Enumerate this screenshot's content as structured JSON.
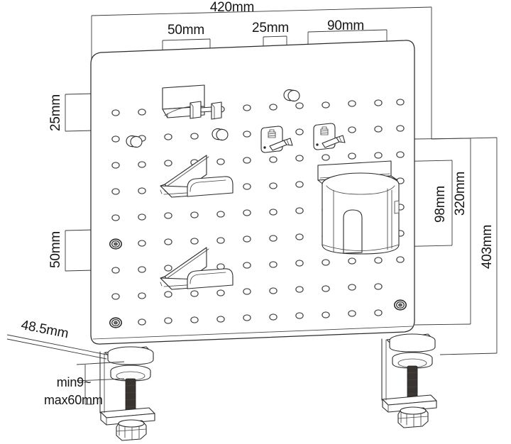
{
  "drawing": {
    "title": "Desk-clamp pegboard organizer — dimensioned assembly drawing",
    "type": "technical-line-drawing",
    "units": "mm",
    "background_color": "#ffffff",
    "line_color": "#2b2b2b"
  },
  "dimensions": {
    "overall_width": "420mm",
    "hook_spacing_50": "50mm",
    "hook_spacing_25": "25mm",
    "holder_width_90": "90mm",
    "top_offset_25": "25mm",
    "lower_offset_50": "50mm",
    "cup_holder_height_98": "98mm",
    "board_height_320": "320mm",
    "total_height_403": "403mm",
    "clamp_depth_48_5": "48.5mm",
    "clamp_range": "min9~",
    "clamp_range_2": "max60mm"
  },
  "labels": [
    {
      "id": "w-420",
      "text": "420mm",
      "orientation": "horizontal",
      "measures": "overall board width"
    },
    {
      "id": "w-50",
      "text": "50mm",
      "orientation": "horizontal",
      "measures": "bracket width"
    },
    {
      "id": "w-25",
      "text": "25mm",
      "orientation": "horizontal",
      "measures": "hook width"
    },
    {
      "id": "w-90",
      "text": "90mm",
      "orientation": "horizontal",
      "measures": "cup holder width"
    },
    {
      "id": "h-25",
      "text": "25mm",
      "orientation": "vertical",
      "measures": "top row offset"
    },
    {
      "id": "h-50",
      "text": "50mm",
      "orientation": "vertical",
      "measures": "lower stand offset"
    },
    {
      "id": "h-98",
      "text": "98mm",
      "orientation": "vertical",
      "measures": "cup holder height"
    },
    {
      "id": "h-320",
      "text": "320mm",
      "orientation": "vertical",
      "measures": "pegboard panel height"
    },
    {
      "id": "h-403",
      "text": "403mm",
      "orientation": "vertical",
      "measures": "total assembly height"
    },
    {
      "id": "d-48",
      "text": "48.5mm",
      "orientation": "angled",
      "measures": "clamp arm depth"
    },
    {
      "id": "c-min",
      "text": "min9~",
      "orientation": "horizontal",
      "measures": "clamp opening minimum"
    },
    {
      "id": "c-max",
      "text": "max60mm",
      "orientation": "horizontal",
      "measures": "clamp opening maximum"
    }
  ],
  "components": {
    "pegboard": {
      "name": "Perforated pegboard panel",
      "hole_columns": 12,
      "hole_rows": 9
    },
    "accessories": [
      {
        "name": "cable-bracket",
        "label": "Top cable / headphone bracket"
      },
      {
        "name": "phone-stand-top",
        "label": "Upper phone stand"
      },
      {
        "name": "phone-stand-low",
        "label": "Lower phone stand"
      },
      {
        "name": "hook-left",
        "label": "Small utility hook (left)"
      },
      {
        "name": "hook-right",
        "label": "Small utility hook (right)"
      },
      {
        "name": "cup-holder",
        "label": "Cup / cylinder holder"
      },
      {
        "name": "peg-studs",
        "label": "Loose peg studs"
      }
    ],
    "clamps": [
      {
        "name": "clamp-left",
        "label": "Left desk clamp"
      },
      {
        "name": "clamp-right",
        "label": "Right desk clamp"
      }
    ]
  }
}
